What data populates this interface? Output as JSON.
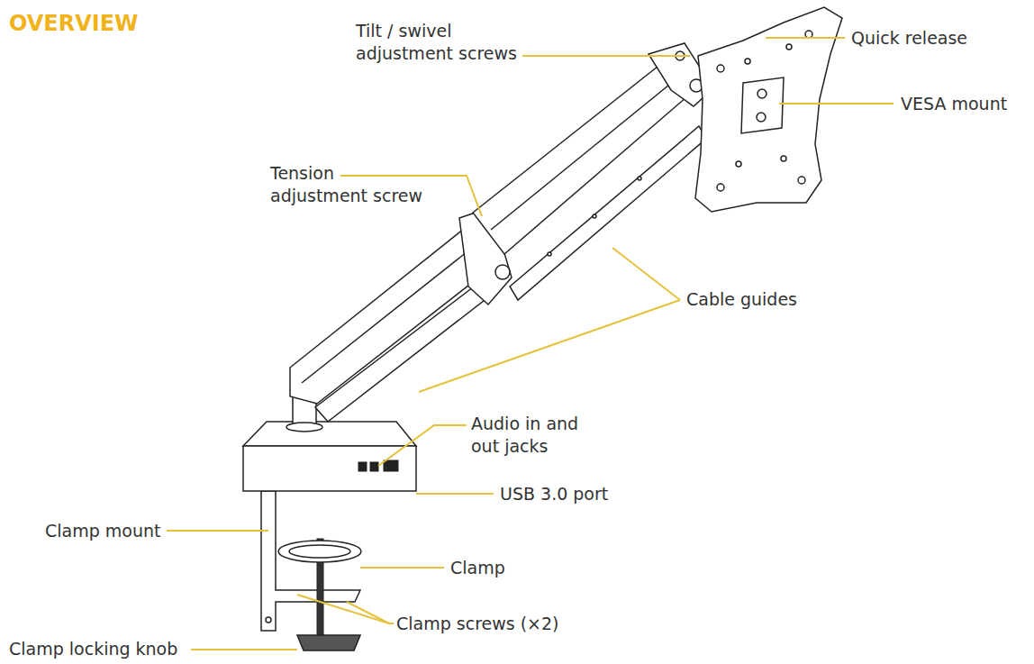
{
  "diagram": {
    "title": "OVERVIEW",
    "labels": [
      "Tilt / swivel adjustment screws",
      "Quick release",
      "VESA mount",
      "Tension adjustment screw",
      "Cable guides",
      "Audio in and out jacks",
      "USB 3.0 port",
      "Clamp mount",
      "Clamp",
      "Clamp screws (×2)",
      "Clamp locking knob"
    ]
  }
}
